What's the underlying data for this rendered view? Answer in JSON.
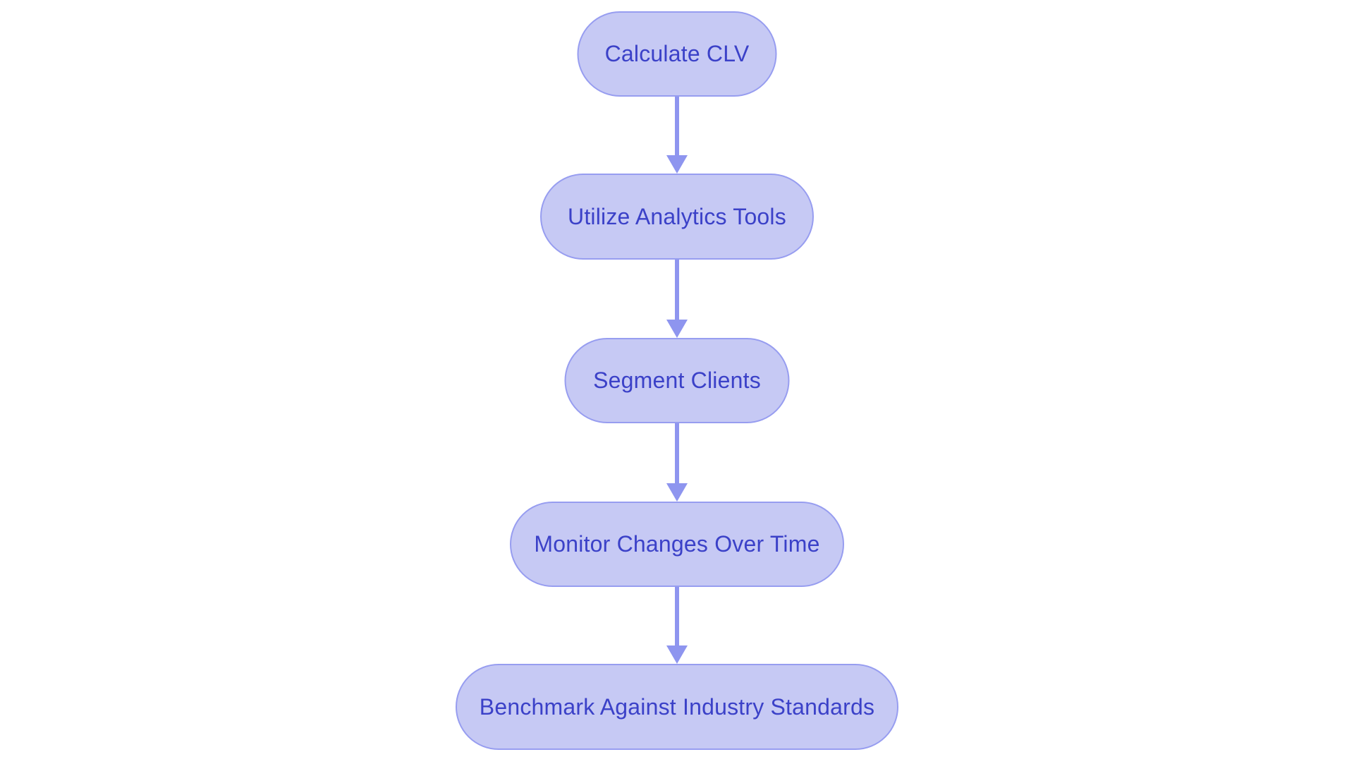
{
  "flowchart": {
    "type": "flowchart",
    "direction": "top-down",
    "nodes": [
      {
        "id": "1",
        "shape": "pill",
        "label": "Calculate CLV"
      },
      {
        "id": "2",
        "shape": "pill",
        "label": "Utilize Analytics Tools"
      },
      {
        "id": "3",
        "shape": "pill",
        "label": "Segment Clients"
      },
      {
        "id": "4",
        "shape": "pill",
        "label": "Monitor Changes Over Time"
      },
      {
        "id": "5",
        "shape": "pill",
        "label": "Benchmark Against Industry Standards"
      }
    ],
    "edges": [
      {
        "from": "1",
        "to": "2",
        "style": "arrow-down"
      },
      {
        "from": "2",
        "to": "3",
        "style": "arrow-down"
      },
      {
        "from": "3",
        "to": "4",
        "style": "arrow-down"
      },
      {
        "from": "4",
        "to": "5",
        "style": "arrow-down"
      }
    ]
  },
  "colors": {
    "background": "#ffffff",
    "node_fill": "#c6c9f4",
    "node_border": "#979df0",
    "node_text": "#3b41c8",
    "arrow": "#8e95ef"
  }
}
